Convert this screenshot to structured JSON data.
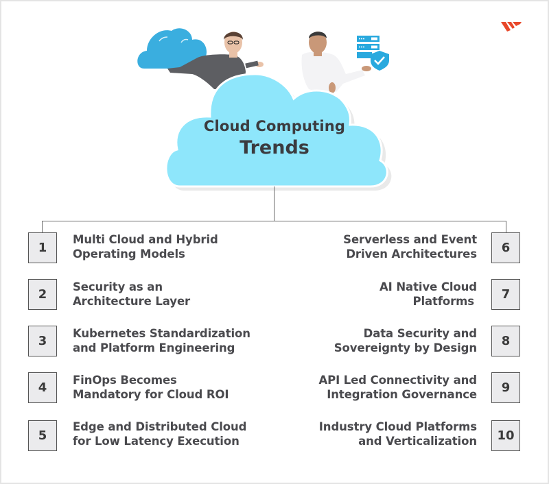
{
  "title": {
    "line1": "Cloud Computing",
    "line2": "Trends"
  },
  "colors": {
    "main_cloud": "#8ee6fb",
    "small_cloud": "#3aaedf",
    "server_icon": "#29a9de",
    "logo": "#e8482a",
    "box_fill": "#ebebed",
    "box_border": "#555555",
    "text": "#4a4a4e",
    "connector": "#6c6c6c"
  },
  "icons": {
    "logo": "brand-logo-icon",
    "small_cloud": "cloud-icon",
    "server_shield": "server-shield-icon"
  },
  "trends_left": [
    {
      "number": "1",
      "line1": "Multi Cloud and Hybrid",
      "line2": "Operating Models"
    },
    {
      "number": "2",
      "line1": "Security as an",
      "line2": "Architecture Layer"
    },
    {
      "number": "3",
      "line1": "Kubernetes Standardization",
      "line2": "and Platform Engineering"
    },
    {
      "number": "4",
      "line1": "FinOps Becomes",
      "line2": "Mandatory for Cloud ROI"
    },
    {
      "number": "5",
      "line1": "Edge and Distributed Cloud",
      "line2": "for Low Latency Execution"
    }
  ],
  "trends_right": [
    {
      "number": "6",
      "line1": "Serverless and Event",
      "line2": "Driven Architectures"
    },
    {
      "number": "7",
      "line1": "AI Native Cloud",
      "line2": "Platforms"
    },
    {
      "number": "8",
      "line1": "Data Security and",
      "line2": "Sovereignty by Design"
    },
    {
      "number": "9",
      "line1": "API Led Connectivity and",
      "line2": "Integration Governance"
    },
    {
      "number": "10",
      "line1": "Industry Cloud Platforms",
      "line2": "and Verticalization"
    }
  ]
}
